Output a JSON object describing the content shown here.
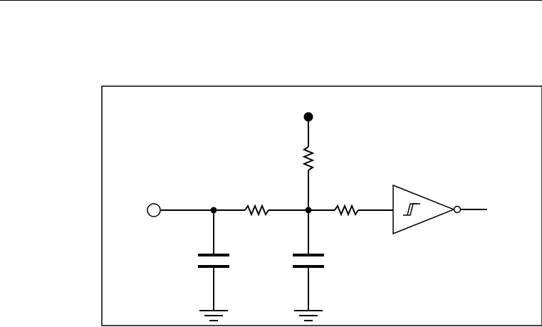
{
  "diagram": {
    "type": "circuit-schematic",
    "components": [
      {
        "kind": "input-terminal",
        "style": "open-circle"
      },
      {
        "kind": "supply-terminal",
        "style": "filled-circle"
      },
      {
        "kind": "resistor",
        "role": "pull-up"
      },
      {
        "kind": "resistor",
        "role": "series-input"
      },
      {
        "kind": "resistor",
        "role": "series-output"
      },
      {
        "kind": "capacitor",
        "role": "input-filter"
      },
      {
        "kind": "capacitor",
        "role": "node-filter"
      },
      {
        "kind": "schmitt-trigger-inverter"
      },
      {
        "kind": "ground"
      },
      {
        "kind": "ground"
      }
    ]
  }
}
